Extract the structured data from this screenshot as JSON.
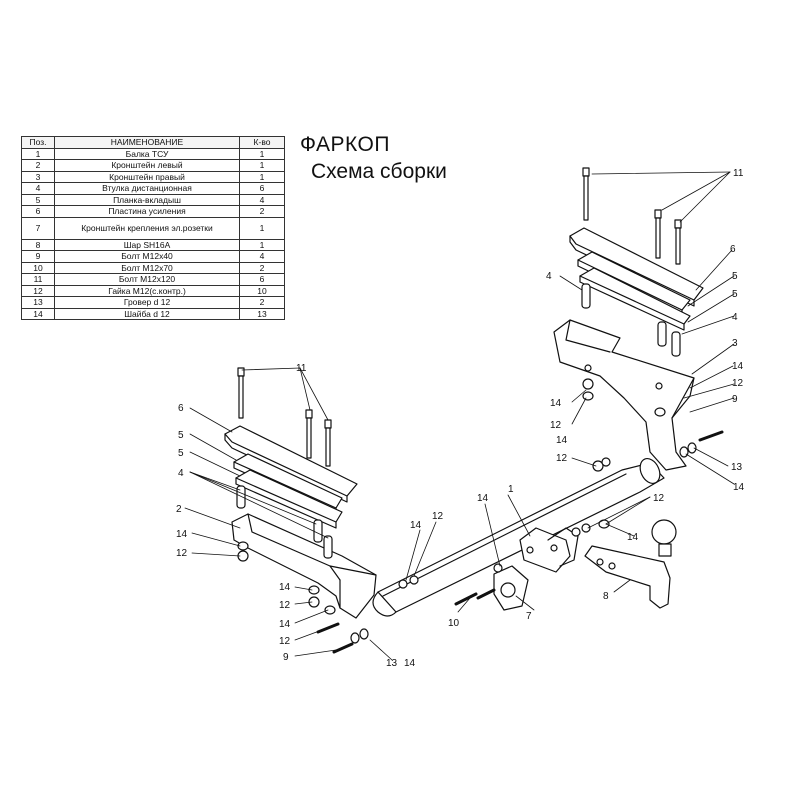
{
  "title": "ФАРКОП",
  "subtitle": "Схема сборки",
  "table": {
    "headers": [
      "Поз.",
      "НАИМЕНОВАНИЕ",
      "К-во"
    ],
    "rows": [
      [
        "1",
        "Балка ТСУ",
        "1"
      ],
      [
        "2",
        "Кронштейн левый",
        "1"
      ],
      [
        "3",
        "Кронштейн правый",
        "1"
      ],
      [
        "4",
        "Втулка дистанционная",
        "6"
      ],
      [
        "5",
        "Планка-вкладыш",
        "4"
      ],
      [
        "6",
        "Пластина усиления",
        "2"
      ],
      [
        "7",
        "Кронштейн крепления эл.розетки",
        "1"
      ],
      [
        "8",
        "Шар  SH16A",
        "1"
      ],
      [
        "9",
        "Болт М12х40",
        "4"
      ],
      [
        "10",
        "Болт М12х70",
        "2"
      ],
      [
        "11",
        "Болт М12х120",
        "6"
      ],
      [
        "12",
        "Гайка М12(с.контр.)",
        "10"
      ],
      [
        "13",
        "Гровер d 12",
        "2"
      ],
      [
        "14",
        "Шайба d 12",
        "13"
      ]
    ]
  },
  "callouts": {
    "c11_left": "11",
    "c6_left": "6",
    "c5a_left": "5",
    "c5b_left": "5",
    "c4_left": "4",
    "c2": "2",
    "c14_l1": "14",
    "c12_l1": "12",
    "c14_l2": "14",
    "c12_l2": "12",
    "c14_l3": "14",
    "c12_l3": "12",
    "c9_left": "9",
    "c13_left": "13",
    "c14_l4": "14",
    "c14_mid": "14",
    "c12_mid": "12",
    "c1": "1",
    "c14_center": "14",
    "c10": "10",
    "c7": "7",
    "c8": "8",
    "c14_ball": "14",
    "c12_ball": "12",
    "c11_right": "11",
    "c6_right": "6",
    "c5a_right": "5",
    "c5b_right": "5",
    "c4_right_top": "4",
    "c4_right_side": "4",
    "c3": "3",
    "c14_r1": "14",
    "c12_r1": "12",
    "c9_right": "9",
    "c14_r2": "14",
    "c12_r2": "12",
    "c13_right": "13",
    "c14_r3": "14",
    "c14_rb": "14",
    "c12_rb": "12"
  }
}
